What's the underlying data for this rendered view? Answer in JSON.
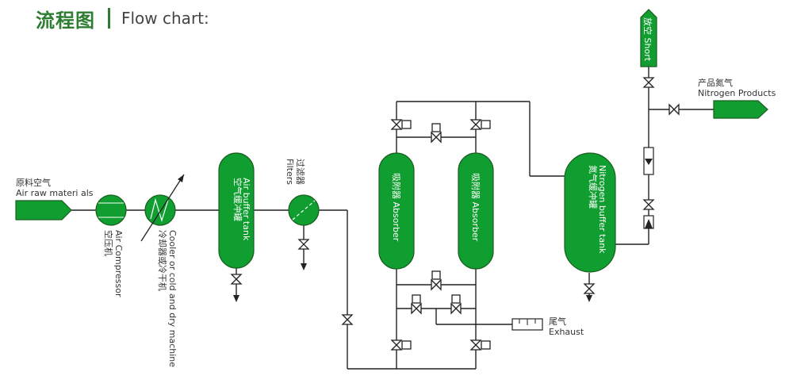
{
  "header": {
    "title_cn": "流程图",
    "title_en": "Flow chart:"
  },
  "labels": {
    "air_raw_cn": "原料空气",
    "air_raw_en": "Air raw materi als",
    "compressor_cn": "空压机",
    "compressor_en": "Air Compressor",
    "cooler_cn": "冷却器或冷干机",
    "cooler_en": "Cooler or cold and dry machine",
    "air_tank_cn": "空气缓冲罐",
    "air_tank_en": "Air buffer tank",
    "filters_cn": "过滤器",
    "filters_en": "Filters",
    "absorber_cn": "吸附器",
    "absorber_en": "Absorber",
    "n2_tank_cn": "氮气缓冲罐",
    "n2_tank_en": "Nitrogen buffer tank",
    "short_cn": "放空",
    "short_en": "Short",
    "product_cn": "产品氮气",
    "product_en": "Nitrogen Products",
    "exhaust_cn": "尾气",
    "exhaust_en": "Exhaust"
  },
  "colors": {
    "equipment": "#0f9e2f",
    "title": "#2e7d32",
    "pipe": "#222222"
  }
}
